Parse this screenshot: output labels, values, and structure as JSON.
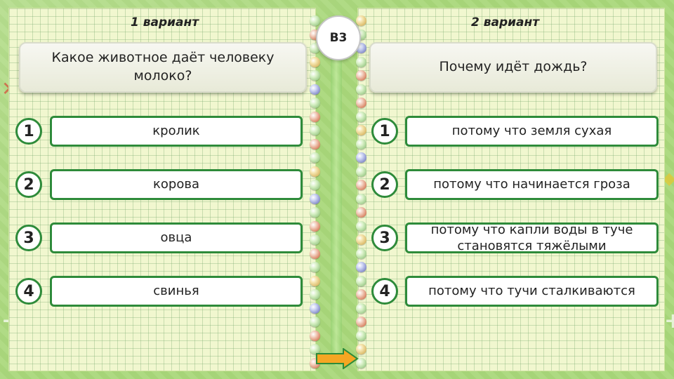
{
  "badge": "В3",
  "variant1": {
    "title": "1 вариант",
    "question": "Какое животное даёт человеку молоко?",
    "answers": [
      {
        "num": "1",
        "text": "кролик"
      },
      {
        "num": "2",
        "text": "корова"
      },
      {
        "num": "3",
        "text": "овца"
      },
      {
        "num": "4",
        "text": "свинья"
      }
    ]
  },
  "variant2": {
    "title": "2 вариант",
    "question": "Почему идёт дождь?",
    "answers": [
      {
        "num": "1",
        "text": "потому что земля сухая"
      },
      {
        "num": "2",
        "text": "потому что начинается гроза"
      },
      {
        "num": "3",
        "text": "потому что капли воды в туче становятся тяжёлыми"
      },
      {
        "num": "4",
        "text": "потому что тучи сталкиваются"
      }
    ]
  },
  "navigation": {
    "next_icon": "arrow-right-icon"
  },
  "colors": {
    "accent": "#2e8b3a",
    "arrow": "#f5a623",
    "panel": "#f1f7cf"
  }
}
